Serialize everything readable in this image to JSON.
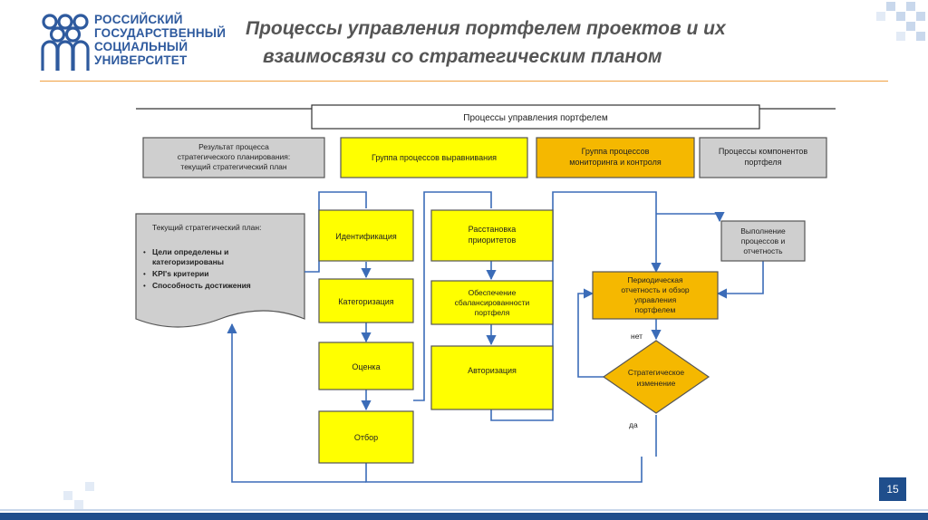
{
  "university": {
    "line1": "РОССИЙСКИЙ",
    "line2": "ГОСУДАРСТВЕННЫЙ",
    "line3": "СОЦИАЛЬНЫЙ",
    "line4": "УНИВЕРСИТЕТ"
  },
  "slide": {
    "title_line1": "Процессы управления портфелем проектов и их",
    "title_line2": "взаимосвязи со стратегическим планом",
    "page_number": "15"
  },
  "diagram": {
    "header": "Процессы управления портфелем",
    "col1_header_l1": "Результат процесса",
    "col1_header_l2": "стратегического планирования:",
    "col1_header_l3": "текущий стратегический план",
    "col2_header": "Группа процессов выравнивания",
    "col3_header_l1": "Группа процессов",
    "col3_header_l2": "мониторинга и контроля",
    "col4_header_l1": "Процессы компонентов",
    "col4_header_l2": "портфеля",
    "doc_title": "Текущий стратегический план:",
    "doc_bullet1_l1": "Цели определены и",
    "doc_bullet1_l2": "категоризированы",
    "doc_bullet2": "KPI's критерии",
    "doc_bullet3": "Способность достижения",
    "step_identification": "Идентификация",
    "step_categorization": "Категоризация",
    "step_evaluation": "Оценка",
    "step_selection": "Отбор",
    "step_prioritization_l1": "Расстановка",
    "step_prioritization_l2": "приоритетов",
    "step_balancing_l1": "Обеспечение",
    "step_balancing_l2": "сбалансированности",
    "step_balancing_l3": "портфеля",
    "step_authorization": "Авторизация",
    "step_execution_l1": "Выполнение",
    "step_execution_l2": "процессов и",
    "step_execution_l3": "отчетность",
    "step_reporting_l1": "Периодическая",
    "step_reporting_l2": "отчетность и обзор",
    "step_reporting_l3": "управления",
    "step_reporting_l4": "портфелем",
    "decision_l1": "Стратегическое",
    "decision_l2": "изменение",
    "label_no": "нет",
    "label_yes": "да"
  },
  "colors": {
    "brand_blue": "#2e5a9e",
    "yellow": "#ffff00",
    "orange": "#f5b800",
    "gray": "#c8c8c8",
    "arrow_blue": "#3b6cb8"
  }
}
